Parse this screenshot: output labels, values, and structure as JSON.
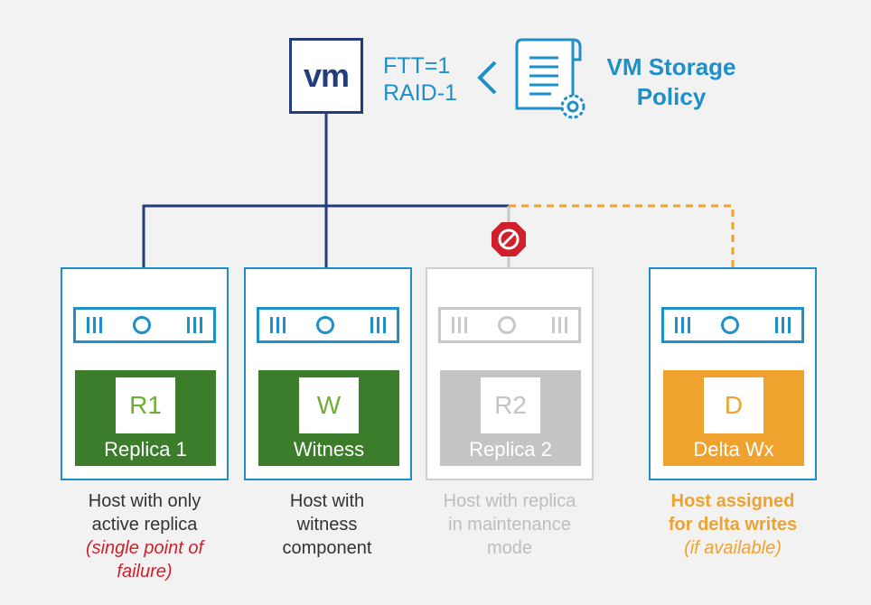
{
  "vm": {
    "label": "vm"
  },
  "policy": {
    "ftt": "FTT=1",
    "raid": "RAID-1",
    "title_line1": "VM Storage",
    "title_line2": "Policy"
  },
  "colors": {
    "navy": "#233d7c",
    "blue": "#1d8fc9",
    "green": "#3b7d2a",
    "gray": "#c4c4c4",
    "orange": "#f0a22e",
    "red": "#d0202b",
    "caption_gray": "#bdbdbd"
  },
  "hosts": [
    {
      "letter": "R1",
      "name": "Replica 1",
      "state": "active",
      "caption": [
        "Host with only",
        "active replica"
      ],
      "note": [
        "(single point of",
        "failure)"
      ]
    },
    {
      "letter": "W",
      "name": "Witness",
      "state": "active",
      "caption": [
        "Host with",
        "witness",
        "component"
      ],
      "note": []
    },
    {
      "letter": "R2",
      "name": "Replica 2",
      "state": "maintenance",
      "caption": [
        "Host with replica",
        "in maintenance",
        "mode"
      ],
      "note": []
    },
    {
      "letter": "D",
      "name": "Delta Wx",
      "state": "delta",
      "caption": [
        "Host assigned",
        "for delta writes"
      ],
      "note": [
        "(if available)"
      ]
    }
  ],
  "icons": [
    "document-gear-icon",
    "chevron-left-icon",
    "no-entry-icon",
    "server-icon"
  ]
}
